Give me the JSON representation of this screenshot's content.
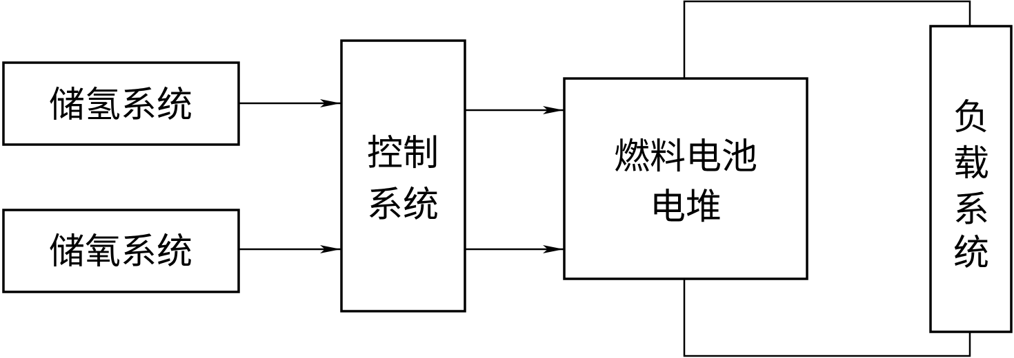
{
  "blocks": {
    "hydrogen_storage": "储氢系统",
    "oxygen_storage": "储氧系统",
    "control_line1": "控制",
    "control_line2": "系统",
    "fuel_cell_line1": "燃料电池",
    "fuel_cell_line2": "电堆",
    "load_chars": [
      "负",
      "载",
      "系",
      "统"
    ]
  },
  "colors": {
    "stroke": "#000000",
    "background": "#ffffff"
  }
}
